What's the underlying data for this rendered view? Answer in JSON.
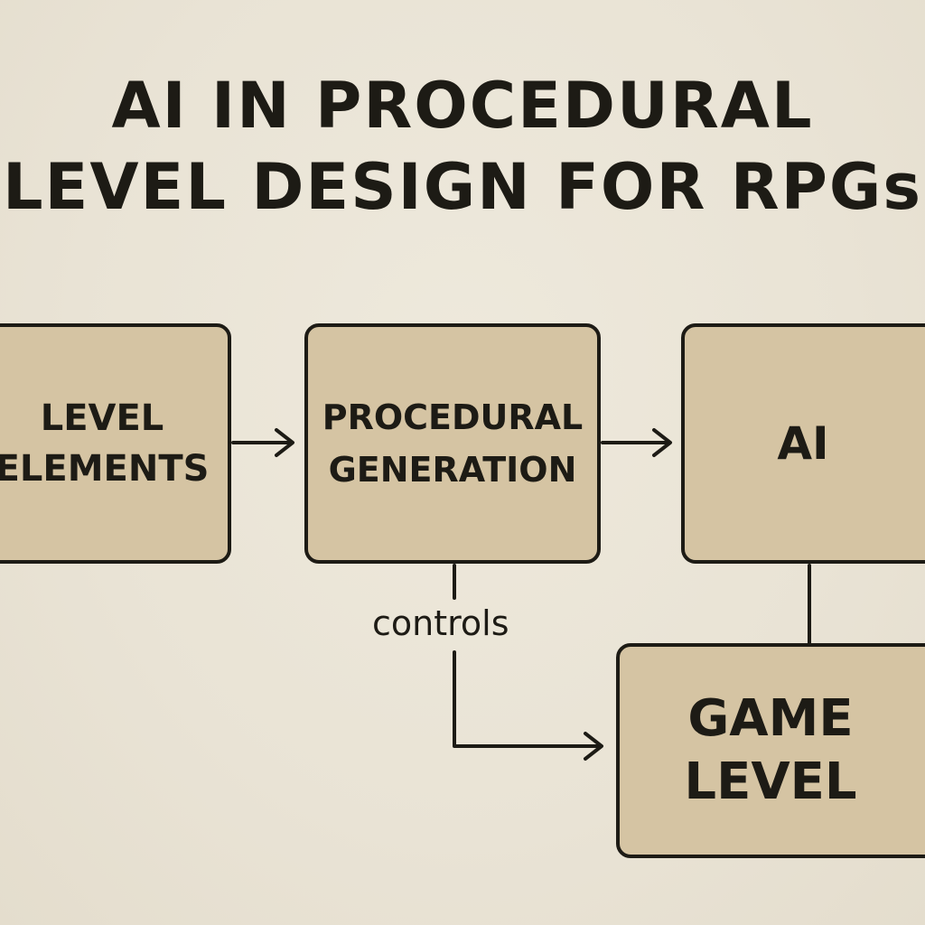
{
  "title": {
    "line1": "AI IN PROCEDURAL",
    "line2": "LEVEL DESIGN FOR RPGs"
  },
  "nodes": {
    "level_elements": {
      "line1": "LEVEL",
      "line2": "ELEMENTS"
    },
    "procedural_generation": {
      "line1": "PROCEDURAL",
      "line2": "GENERATION"
    },
    "ai": {
      "line1": "AI"
    },
    "game_level": {
      "line1": "GAME",
      "line2": "LEVEL"
    }
  },
  "edges": {
    "controls_label": "controls"
  },
  "colors": {
    "background": "#ebe5d8",
    "box_fill": "#d5c4a3",
    "stroke": "#1d1b15"
  }
}
